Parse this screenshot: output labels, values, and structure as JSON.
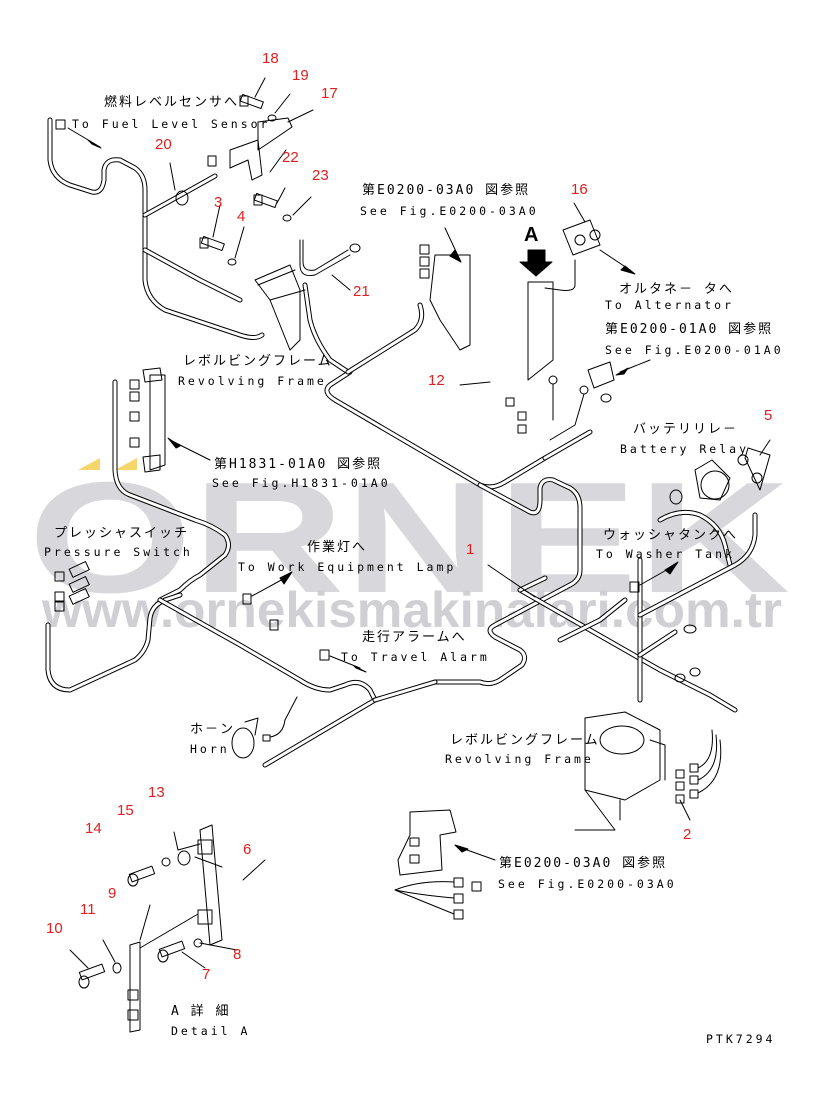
{
  "drawing_code": "PTK7294",
  "watermark": {
    "logo": "ORNEK",
    "url": "www.ornekismakinalari.com.tr",
    "logo_color": "#d8d8dc",
    "accent_color": "#f5d66a"
  },
  "colors": {
    "line": "#000000",
    "callout": "#e02020"
  },
  "view_marker": "A",
  "labels": {
    "fuel_jp": "燃料レベルセンサへ",
    "fuel_en": "To Fuel Level Sensor",
    "see1_jp": "第E0200-03A0 図参照",
    "see1_en": "See Fig.E0200-03A0",
    "alt_jp": "オルタネ－ タへ",
    "alt_en": "To Alternator",
    "see2_jp": "第E0200-01A0 図参照",
    "see2_en": "See Fig.E0200-01A0",
    "rev1_jp": "レボルビングフレーム",
    "rev1_en": "Revolving Frame",
    "see3_jp": "第H1831-01A0 図参照",
    "see3_en": "See Fig.H1831-01A0",
    "batt_jp": "バッテリリレ－",
    "batt_en": "Battery Relay",
    "press_jp": "プレッシャスイッチ",
    "press_en": "Pressure Switch",
    "work_jp": "作業灯へ",
    "work_en": "To Work Equipment Lamp",
    "washer_jp": "ウォッシャタンクへ",
    "washer_en": "To Washer Tank",
    "travel_jp": "走行アラームへ",
    "travel_en": "To Travel Alarm",
    "horn_jp": "ホ－ン",
    "horn_en": "Horn",
    "rev2_jp": "レボルビングフレーム",
    "rev2_en": "Revolving Frame",
    "see4_jp": "第E0200-03A0 図参照",
    "see4_en": "See Fig.E0200-03A0",
    "detail_jp": "A 詳 細",
    "detail_en": "Detail A"
  },
  "callouts": [
    "1",
    "2",
    "3",
    "4",
    "5",
    "6",
    "7",
    "8",
    "9",
    "10",
    "11",
    "12",
    "13",
    "14",
    "15",
    "16",
    "17",
    "18",
    "19",
    "20",
    "21",
    "22",
    "23"
  ]
}
